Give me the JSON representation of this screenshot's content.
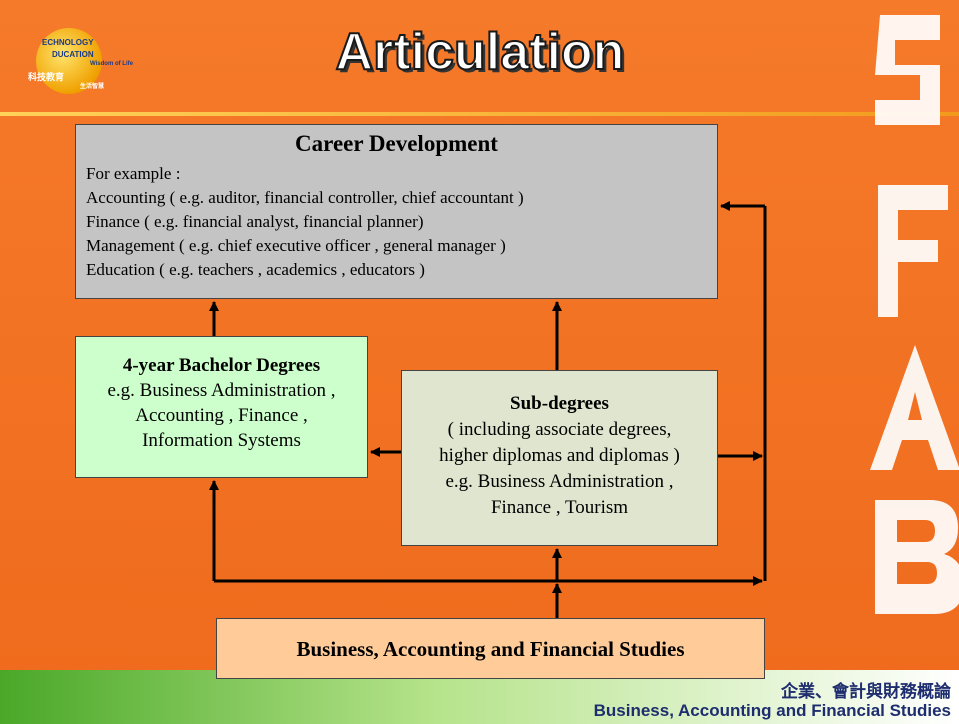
{
  "slide": {
    "title": "Articulation",
    "logo": {
      "line1": "ECHNOLOGY",
      "line2": "DUCATION",
      "line3": "Wisdom of Life",
      "line4": "科技教育",
      "line5": "生活智慧"
    },
    "side_letters": "BAFS",
    "colors": {
      "background": "#f36d21",
      "footer_green": "#6fc52d"
    }
  },
  "diagram": {
    "career": {
      "title": "Career Development",
      "lines": [
        "For example :",
        "Accounting ( e.g. auditor, financial controller, chief accountant )",
        "Finance ( e.g. financial analyst, financial planner)",
        "Management ( e.g. chief executive officer , general manager )",
        "Education ( e.g. teachers , academics , educators )"
      ]
    },
    "bachelor": {
      "title": "4-year Bachelor Degrees",
      "lines": [
        "e.g. Business Administration ,",
        "Accounting , Finance ,",
        "Information Systems"
      ]
    },
    "subdegrees": {
      "title": "Sub-degrees",
      "lines": [
        "( including associate degrees,",
        "higher diplomas and diplomas )",
        "e.g. Business Administration ,",
        "Finance , Tourism"
      ]
    },
    "base": {
      "title": "Business, Accounting and Financial Studies"
    }
  },
  "footer": {
    "zh": "企業、會計與財務概論",
    "en": "Business, Accounting and Financial Studies"
  }
}
